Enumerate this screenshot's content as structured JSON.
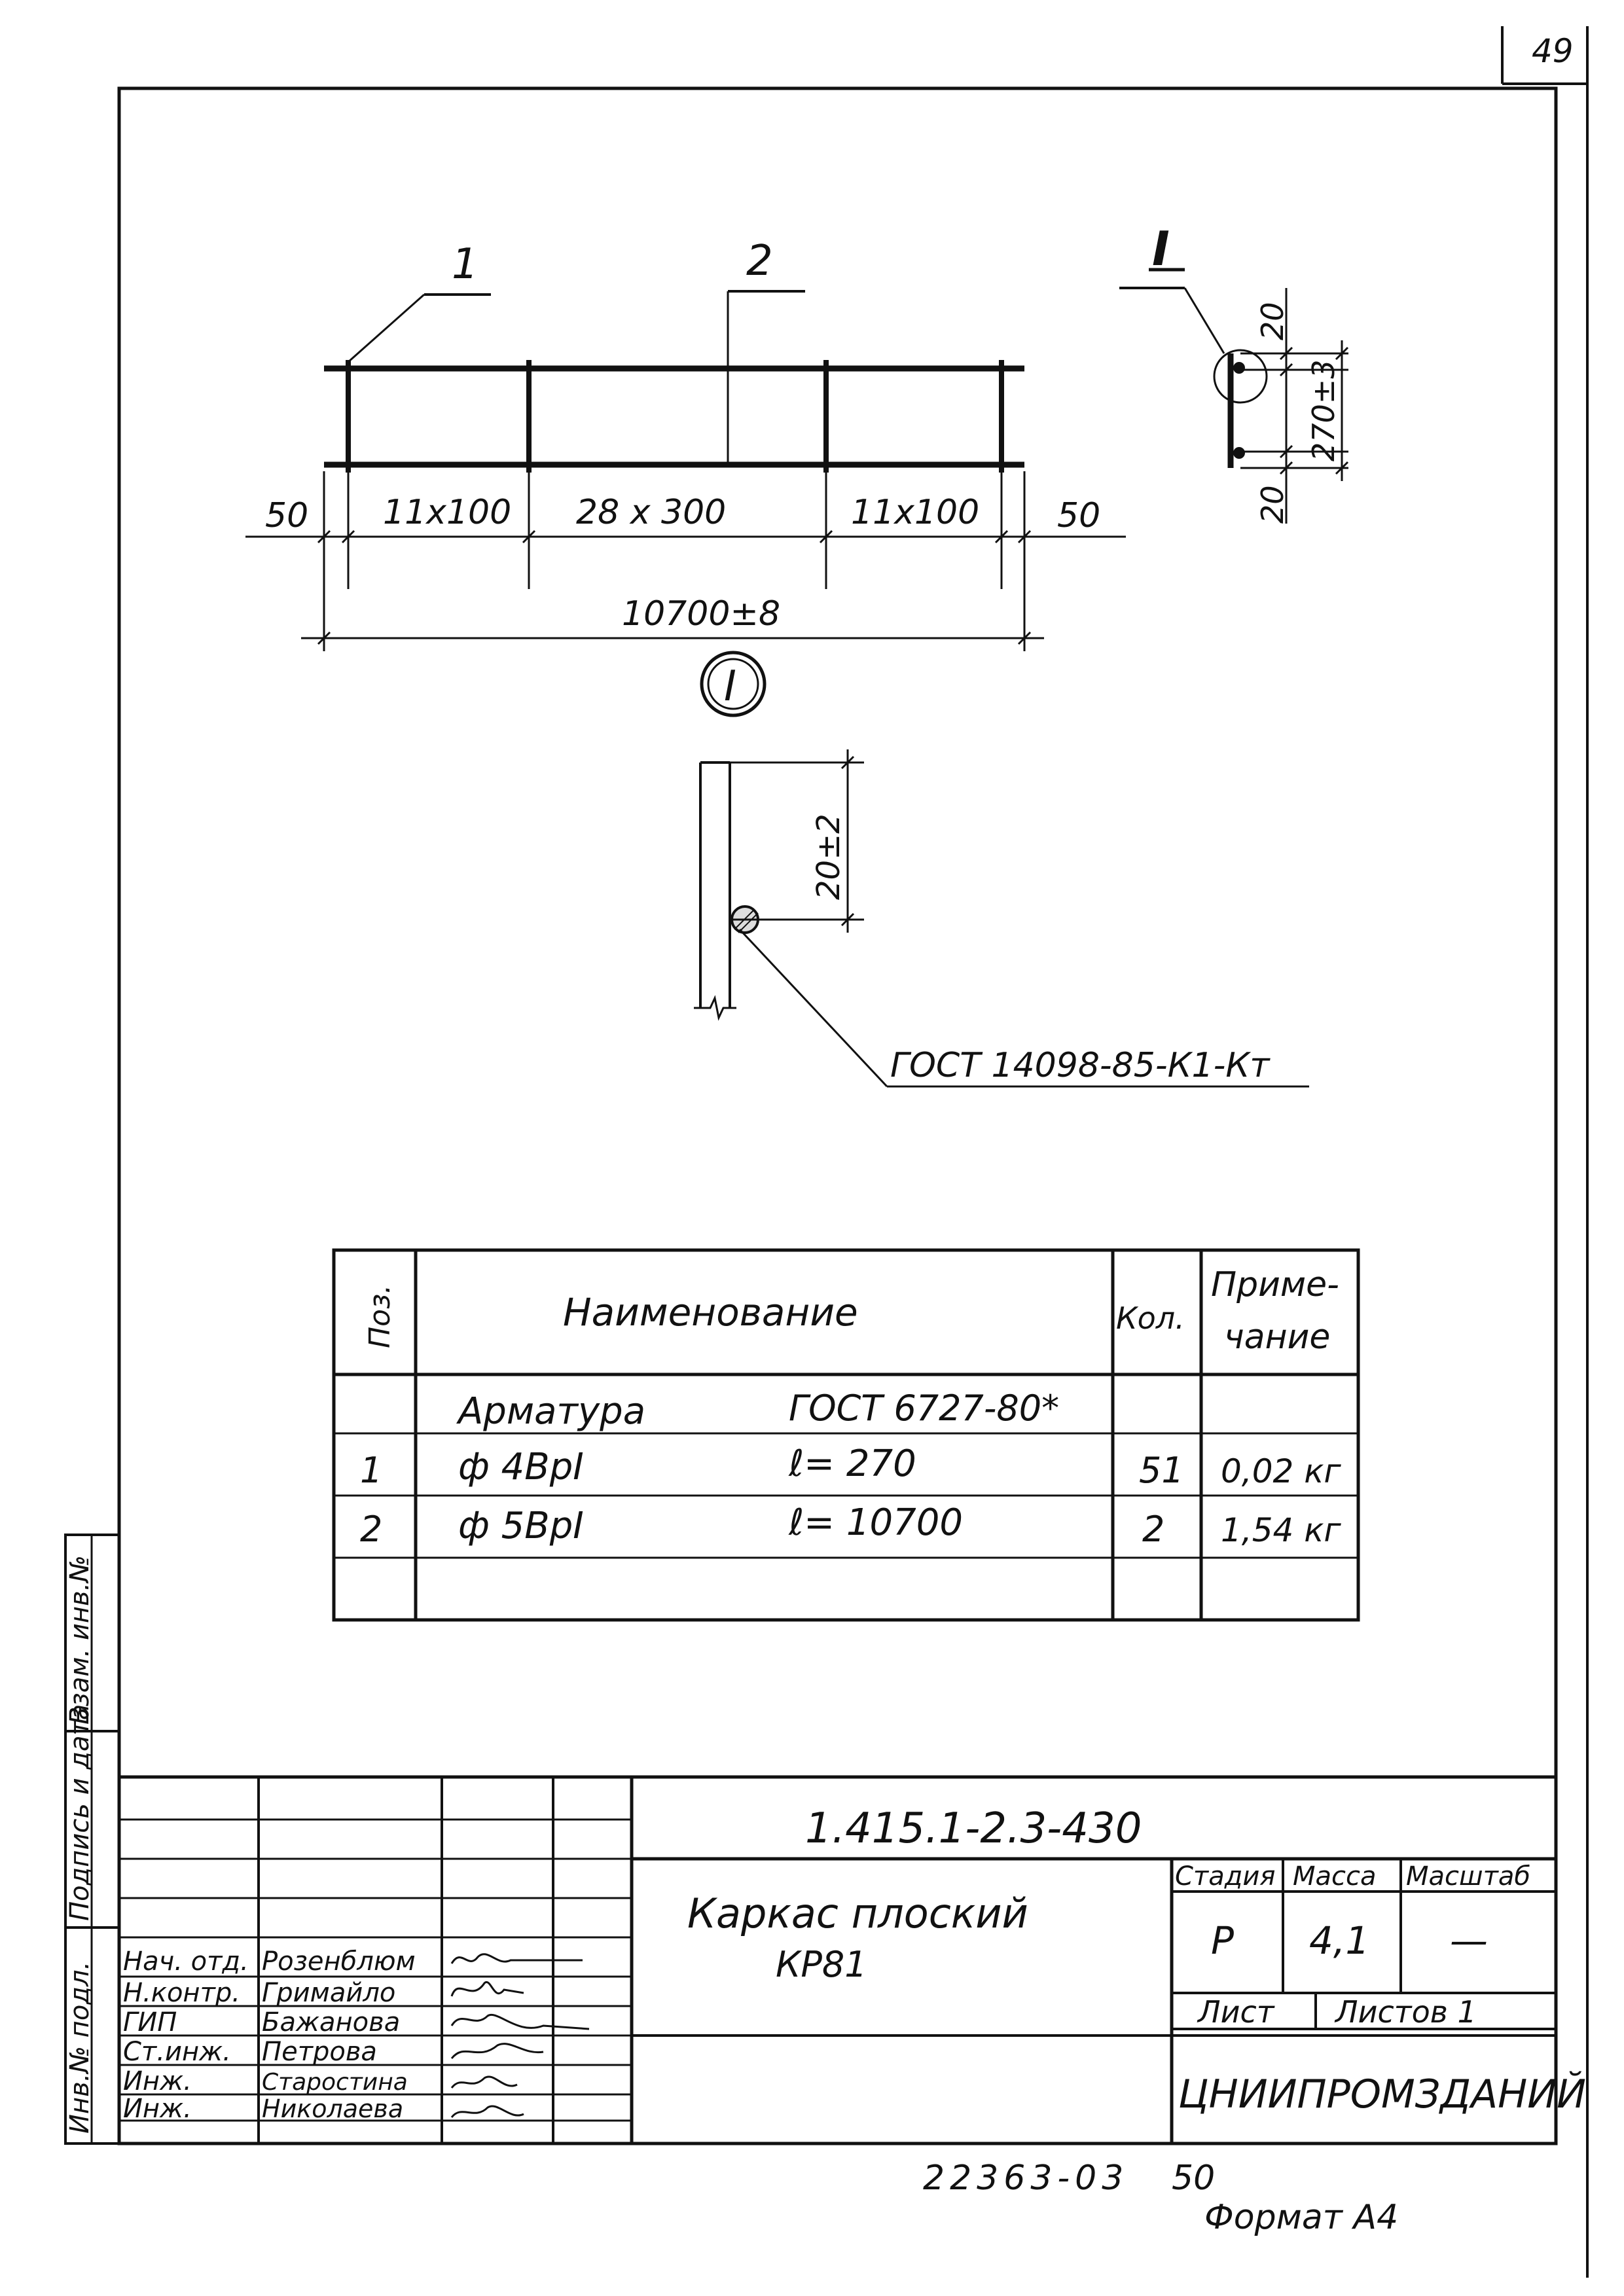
{
  "sheet_number": "49",
  "drawing": {
    "leader_1": "1",
    "leader_2": "2",
    "detail_mark": "I",
    "detail_circle_label": "I",
    "dims": {
      "end_left": "50",
      "seg_left": "11x100",
      "seg_mid": "28 x 300",
      "seg_right": "11x100",
      "end_right": "50",
      "total": "10700±8"
    },
    "section_dims": {
      "top": "20",
      "height": "270±3",
      "bottom": "20"
    },
    "detail_dim": "20±2",
    "weld_note": "ГОСТ 14098-85-К1-Кт"
  },
  "spec_table": {
    "headers": {
      "pos": "Поз.",
      "name": "Наименование",
      "qty": "Кол.",
      "note_line1": "Приме-",
      "note_line2": "чание"
    },
    "group_name": "Арматура",
    "group_standard": "ГОСТ 6727-80*",
    "rows": [
      {
        "pos": "1",
        "name": "ф 4ВрI",
        "length": "ℓ= 270",
        "qty": "51",
        "note": "0,02 кг"
      },
      {
        "pos": "2",
        "name": "ф 5ВрI",
        "length": "ℓ= 10700",
        "qty": "2",
        "note": "1,54 кг"
      }
    ]
  },
  "side_stamp": [
    "Инв.№ подл.",
    "Подпись и дата",
    "Взам. инв.№"
  ],
  "title_block": {
    "code": "1.415.1-2.3-430",
    "title_line1": "Каркас плоский",
    "title_line2": "КР81",
    "stage_label": "Стадия",
    "mass_label": "Масса",
    "scale_label": "Масштаб",
    "stage_value": "Р",
    "mass_value": "4,1",
    "scale_value": "—",
    "sheet_label": "Лист",
    "sheets_label": "Листов 1",
    "organization": "ЦНИИПРОМЗДАНИЙ",
    "staff": [
      {
        "role": "Нач. отд.",
        "name": "Розенблюм"
      },
      {
        "role": "Н.контр.",
        "name": "Гримайло"
      },
      {
        "role": "ГИП",
        "name": "Бажанова"
      },
      {
        "role": "Ст.инж.",
        "name": "Петрова"
      },
      {
        "role": "Инж.",
        "name": "Старостина"
      },
      {
        "role": "Инж.",
        "name": "Николаева"
      }
    ]
  },
  "footer": {
    "inventory": "22363-03",
    "number": "50",
    "format": "Формат А4"
  }
}
